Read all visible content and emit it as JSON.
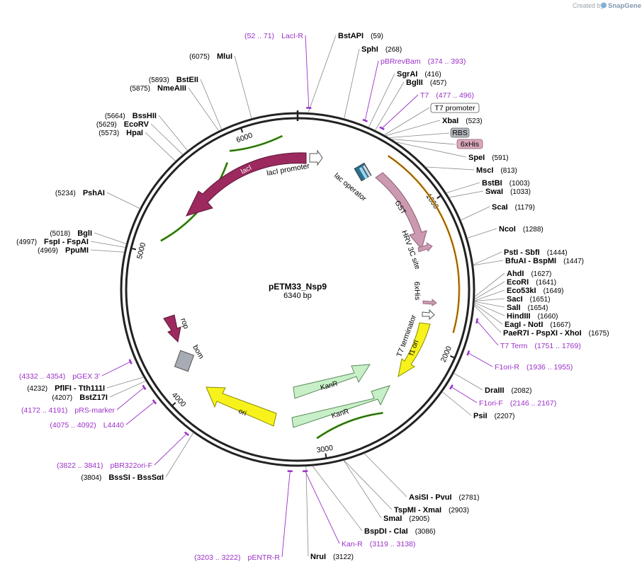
{
  "credit": {
    "text": "Created by",
    "brand": "SnapGene"
  },
  "plasmid": {
    "name": "pETM33_Nsp9",
    "size": "6340 bp",
    "length": 6340
  },
  "colors": {
    "lacI": "#9c2a5e",
    "gst": "#cc9ab0",
    "kan": "#c8f0c8",
    "ori": "#f7f21b",
    "f1ori": "#f7f21b",
    "orf_orange": "#f5a623",
    "orf_green": "#4caf1a",
    "primer": "#9b30c8"
  },
  "ticks": [
    {
      "bp": 1000,
      "label": "1000"
    },
    {
      "bp": 2000,
      "label": "2000"
    },
    {
      "bp": 3000,
      "label": "3000"
    },
    {
      "bp": 4000,
      "label": "4000"
    },
    {
      "bp": 5000,
      "label": "5000"
    },
    {
      "bp": 6000,
      "label": "6000"
    }
  ],
  "enzymes": [
    {
      "name": "BstAPI",
      "pos": "(59)"
    },
    {
      "name": "SphI",
      "pos": "(268)"
    },
    {
      "name": "SgrAI",
      "pos": "(416)"
    },
    {
      "name": "BglII",
      "pos": "(457)"
    },
    {
      "name": "XbaI",
      "pos": "(523)"
    },
    {
      "name": "SpeI",
      "pos": "(591)"
    },
    {
      "name": "MscI",
      "pos": "(813)"
    },
    {
      "name": "BstBI",
      "pos": "(1003)"
    },
    {
      "name": "SwaI",
      "pos": "(1033)"
    },
    {
      "name": "ScaI",
      "pos": "(1179)"
    },
    {
      "name": "NcoI",
      "pos": "(1288)"
    },
    {
      "name": "PstI   - SbfI",
      "pos": "(1444)"
    },
    {
      "name": "BfuAI   - BspMI",
      "pos": "(1447)"
    },
    {
      "name": "AhdI",
      "pos": "(1627)"
    },
    {
      "name": "EcoRI",
      "pos": "(1641)"
    },
    {
      "name": "Eco53kI",
      "pos": "(1649)"
    },
    {
      "name": "SacI",
      "pos": "(1651)"
    },
    {
      "name": "SalI",
      "pos": "(1654)"
    },
    {
      "name": "HindIII",
      "pos": "(1660)"
    },
    {
      "name": "EagI   - NotI",
      "pos": "(1667)"
    },
    {
      "name": "PaeR7I   - PspXI   - XhoI",
      "pos": "(1675)"
    },
    {
      "name": "DraIII",
      "pos": "(2082)"
    },
    {
      "name": "PsiI",
      "pos": "(2207)"
    },
    {
      "name": "AsiSI   - PvuI",
      "pos": "(2781)"
    },
    {
      "name": "TspMI   - XmaI",
      "pos": "(2903)"
    },
    {
      "name": "SmaI",
      "pos": "(2905)"
    },
    {
      "name": "BspDI   - ClaI",
      "pos": "(3086)"
    },
    {
      "name": "NruI",
      "pos": "(3122)"
    },
    {
      "name": "BssSI   - BssSαI",
      "pos": "(3804)"
    },
    {
      "name": "PflFI   - Tth111I",
      "pos": "(4232)"
    },
    {
      "name": "BstZ17I",
      "pos": "(4207)"
    },
    {
      "name": "BglI",
      "pos": "(5018)"
    },
    {
      "name": "FspI   - FspAI",
      "pos": "(4997)"
    },
    {
      "name": "PpuMI",
      "pos": "(4969)"
    },
    {
      "name": "PshAI",
      "pos": "(5234)"
    },
    {
      "name": "BssHII",
      "pos": "(5664)"
    },
    {
      "name": "EcoRV",
      "pos": "(5629)"
    },
    {
      "name": "HpaI",
      "pos": "(5573)"
    },
    {
      "name": "BstEII",
      "pos": "(5893)"
    },
    {
      "name": "NmeAIII",
      "pos": "(5875)"
    },
    {
      "name": "MluI",
      "pos": "(6075)"
    }
  ],
  "primers": [
    {
      "name": "LacI-R",
      "range": "(52 .. 71)"
    },
    {
      "name": "pBRrevBam",
      "range": "(374 .. 393)"
    },
    {
      "name": "T7",
      "range": "(477 .. 496)"
    },
    {
      "name": "T7 Term",
      "range": "(1751 .. 1769)"
    },
    {
      "name": "F1ori-R",
      "range": "(1936 .. 1955)"
    },
    {
      "name": "F1ori-F",
      "range": "(2146 .. 2167)"
    },
    {
      "name": "Kan-R",
      "range": "(3119 .. 3138)"
    },
    {
      "name": "pENTR-R",
      "range": "(3203 .. 3222)"
    },
    {
      "name": "pBR322ori-F",
      "range": "(3822 .. 3841)"
    },
    {
      "name": "L4440",
      "range": "(4075 .. 4092)"
    },
    {
      "name": "pRS-marker",
      "range": "(4172 .. 4191)"
    },
    {
      "name": "pGEX 3'",
      "range": "(4332 .. 4354)"
    }
  ],
  "boxed_labels": {
    "t7_promoter": "T7 promoter",
    "rbs": "RBS",
    "his_tag": "6xHis"
  },
  "features": {
    "lacI": "lacI",
    "lacI_promoter": "lacI promoter",
    "lac_operator": "lac operator",
    "gst": "GST",
    "hrv": "HRV 3C site",
    "his_inner": "6xHis",
    "t7_terminator": "T7 terminator",
    "f1_ori": "f1 ori",
    "kanR_1": "KanR",
    "kanR_2": "KanR",
    "ori": "ori",
    "rop": "rop",
    "bom": "bom"
  }
}
